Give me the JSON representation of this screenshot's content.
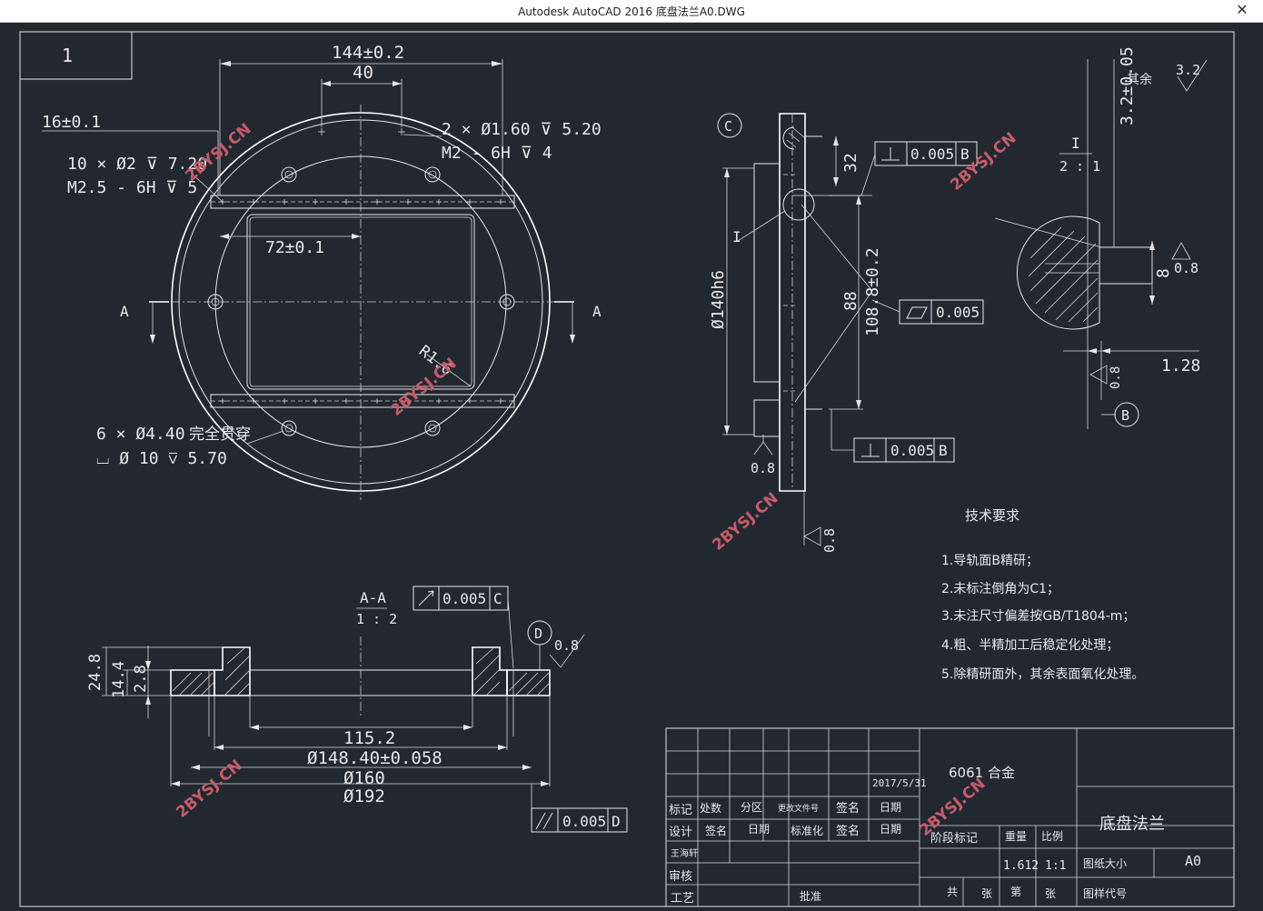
{
  "window": {
    "title": "Autodesk AutoCAD 2016     底盘法兰A0.DWG",
    "close_glyph": "✕"
  },
  "drawing": {
    "sheet_number": "1",
    "plan_view": {
      "dim_144": "144±0.2",
      "dim_40": "40",
      "dim_16": "16±0.1",
      "dim_72": "72±0.1",
      "radius": "R1.6",
      "note_holes_2_line1": "2 × Ø1.60 ⊽ 5.20",
      "note_holes_2_line2": "M2 - 6H ⊽ 4",
      "note_holes_10_line1": "10 × Ø2 ⊽ 7.20",
      "note_holes_10_line2": "M2.5 - 6H ⊽ 5",
      "note_holes_6_line1": "6 × Ø4.40",
      "note_holes_6_through": "完全贯穿",
      "note_holes_6_line2": "⌴ Ø 10 ⊽ 5.70",
      "section_mark": "A"
    },
    "side_view": {
      "datum_c": "C",
      "detail_mark": "I",
      "dim_32": "32",
      "dim_88": "88",
      "dim_108": "108.8±0.2",
      "dim_dia140": "Ø140h6",
      "rough_08": "0.8",
      "tol_perp_top_value": "0.005",
      "tol_perp_top_datum": "B",
      "tol_flat_value": "0.005",
      "tol_perp_bottom_value": "0.005",
      "tol_perp_bottom_datum": "B"
    },
    "detail_view": {
      "label_top": "I",
      "label_scale": "2 : 1",
      "dim_32_005": "3.2±0.05",
      "rough_rest_value": "3.2",
      "rough_rest_label": "其余",
      "dim_8": "8",
      "rough_08": "0.8",
      "dim_128": "1.28",
      "datum_b": "B"
    },
    "section_view": {
      "label_top": "A-A",
      "label_scale": "1 : 2",
      "tol_runout_value": "0.005",
      "tol_runout_datum": "C",
      "datum_d": "D",
      "rough_08": "0.8",
      "dim_248": "24.8",
      "dim_144": "14.4",
      "dim_28": "2.8",
      "dim_1152": "115.2",
      "dim_14840": "Ø148.40±0.058",
      "dim_160": "Ø160",
      "dim_192": "Ø192",
      "tol_parallel_value": "0.005",
      "tol_parallel_datum": "D"
    },
    "tech_requirements": {
      "title": "技术要求",
      "items": [
        "1.导轨面B精研；",
        "2.未标注倒角为C1；",
        "3.未注尺寸偏差按GB/T1804-m；",
        "4.粗、半精加工后稳定化处理；",
        "5.除精研面外，其余表面氧化处理。"
      ]
    },
    "title_block": {
      "material": "6061 合金",
      "date": "2017/5/31",
      "part_name": "底盘法兰",
      "h_mark": "标记",
      "h_count": "处数",
      "h_zone": "分区",
      "h_doc": "更改文件号",
      "h_sign": "签名",
      "h_date": "日期",
      "h_design": "设计",
      "h_sign2": "签名",
      "h_date2": "日期",
      "h_standard": "标准化",
      "h_sign3": "签名",
      "h_date3": "日期",
      "designer": "王海轩",
      "h_stage": "阶段标记",
      "h_weight": "重量",
      "h_scale": "比例",
      "weight": "1.612",
      "scale": "1:1",
      "h_paper": "图纸大小",
      "paper": "A0",
      "h_review": "审核",
      "h_process": "工艺",
      "h_approve": "批准",
      "h_total": "共",
      "h_sheets": "张",
      "h_no": "第",
      "h_sheet": "张",
      "h_code": "图样代号"
    },
    "watermark": "2BYSJ.CN"
  }
}
